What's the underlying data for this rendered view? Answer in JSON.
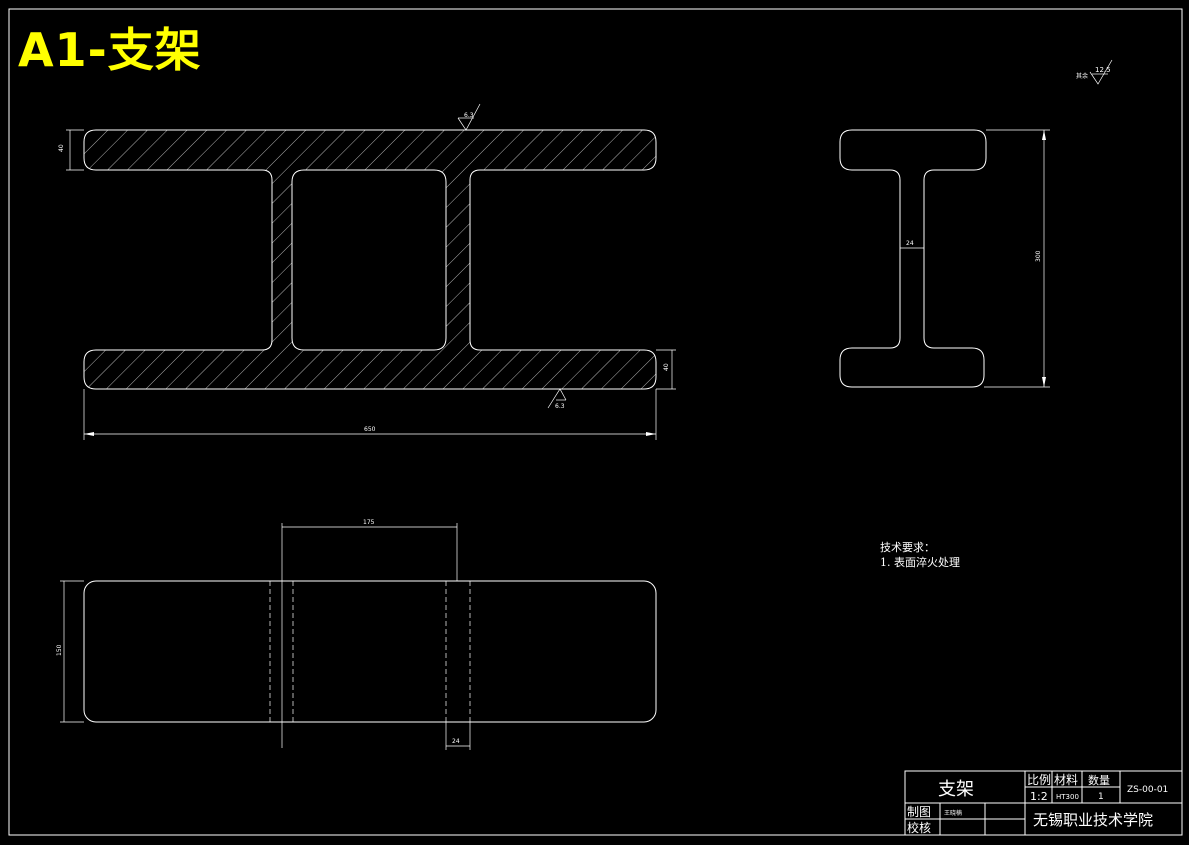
{
  "drawing": {
    "title": "A1-支架",
    "roughness_top_right": "12.5",
    "roughness_top_right_note": "其余",
    "roughness_top": "6.3",
    "roughness_bottom": "6.3"
  },
  "dimensions": {
    "front_flange_thickness_top": "40",
    "front_flange_thickness_bottom": "40",
    "front_overall_length": "650",
    "side_web_thickness": "24",
    "side_overall_height": "300",
    "plan_span": "175",
    "plan_width": "150",
    "plan_slot": "24"
  },
  "notes": {
    "header": "技术要求：",
    "item1": "1. 表面淬火处理"
  },
  "title_block": {
    "part_name": "支架",
    "scale_label": "比例",
    "scale_value": "1:2",
    "material_label": "材料",
    "material_value": "HT300",
    "quantity_label": "数量",
    "quantity_value": "1",
    "drawing_no": "ZS-00-01",
    "drawn_by_label": "制图",
    "drawn_by_name": "王晓楠",
    "checked_by_label": "校核",
    "institution": "无锡职业技术学院"
  },
  "colors": {
    "background": "#000000",
    "lines": "#ffffff",
    "title": "#ffff00"
  }
}
